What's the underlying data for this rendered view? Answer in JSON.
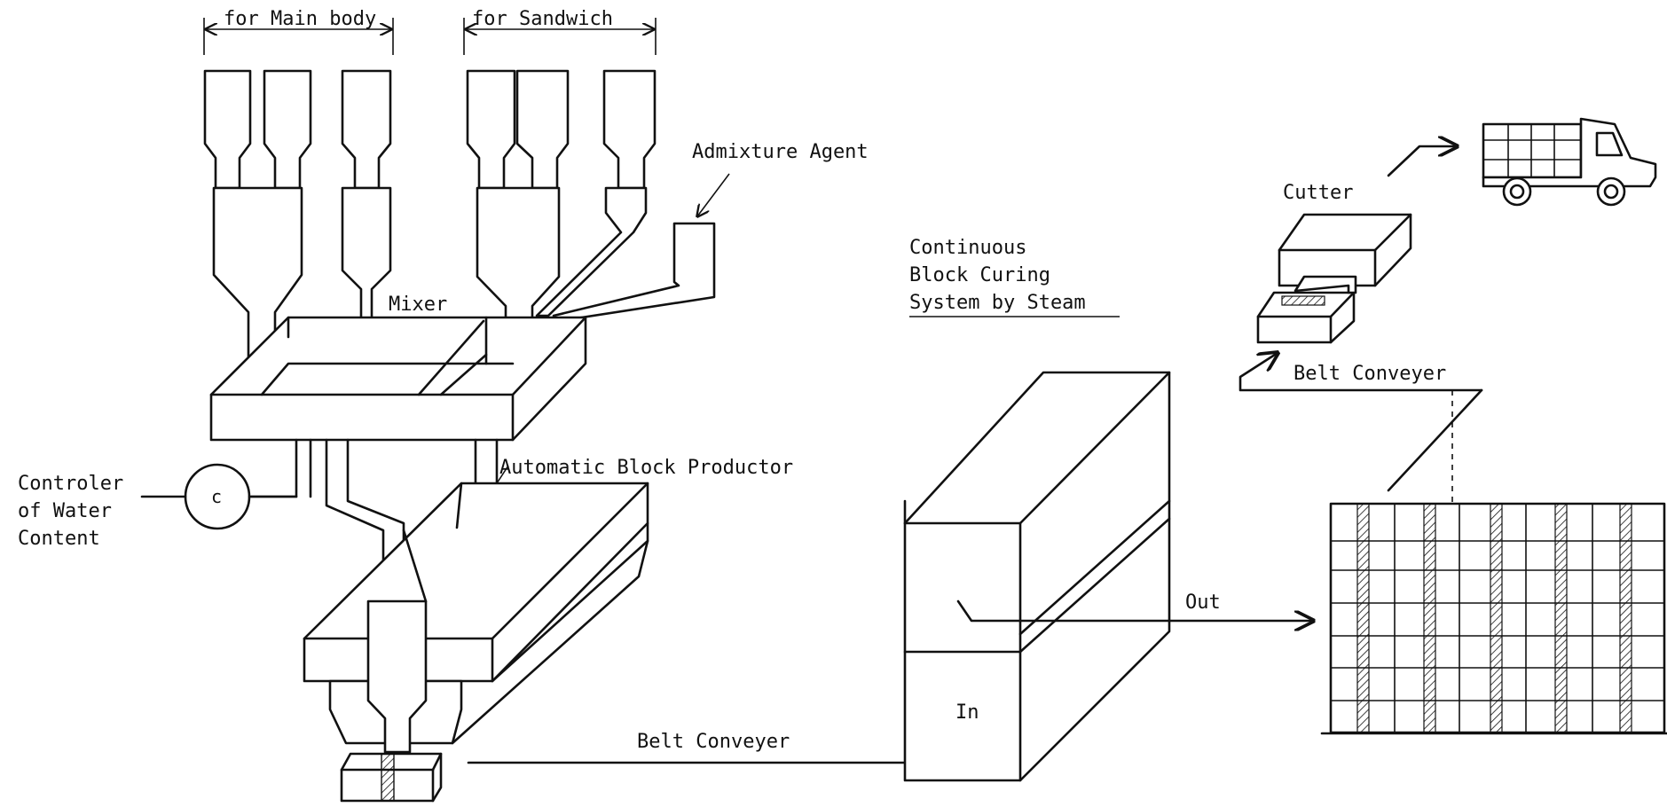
{
  "labels": {
    "for_main_body": "for Main body",
    "for_sandwich": "for Sandwich",
    "admixture_agent": "Admixture Agent",
    "mixer": "Mixer",
    "controler_line1": "Controler",
    "controler_line2": "of Water",
    "controler_line3": "Content",
    "controller_symbol": "c",
    "automatic_block_productor": "Automatic Block Productor",
    "belt_conveyer_bottom": "Belt Conveyer",
    "curing_line1": "Continuous",
    "curing_line2": "Block Curing",
    "curing_line3": "System by Steam",
    "in": "In",
    "out": "Out",
    "cutter": "Cutter",
    "belt_conveyer_right": "Belt Conveyer"
  },
  "colors": {
    "ink": "#111111",
    "background": "#ffffff"
  },
  "icons": {
    "truck": "truck-icon"
  }
}
